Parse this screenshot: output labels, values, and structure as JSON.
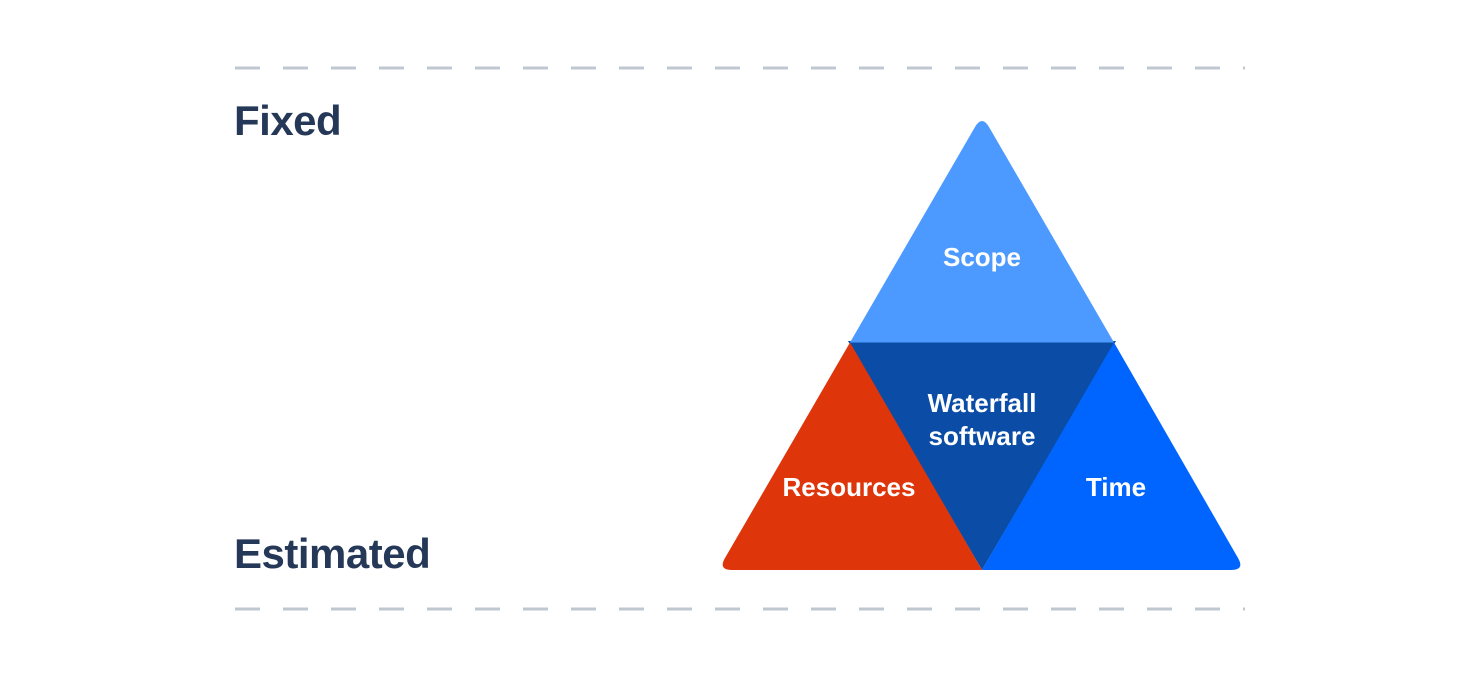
{
  "page": {
    "background_color": "#ffffff"
  },
  "axis_labels": {
    "top": "Fixed",
    "bottom": "Estimated",
    "color": "#253858"
  },
  "guides": {
    "dash_color": "#C1C7D0"
  },
  "triangle": {
    "text_color": "#ffffff",
    "sections": {
      "scope": {
        "label": "Scope",
        "color": "#4C9AFF",
        "position": "top"
      },
      "center": {
        "line1": "Waterfall",
        "line2": "software",
        "color": "#0B4DA6",
        "position": "center"
      },
      "resources": {
        "label": "Resources",
        "color": "#DE350B",
        "position": "bottom-left"
      },
      "time": {
        "label": "Time",
        "color": "#0065FF",
        "position": "bottom-right"
      }
    }
  }
}
